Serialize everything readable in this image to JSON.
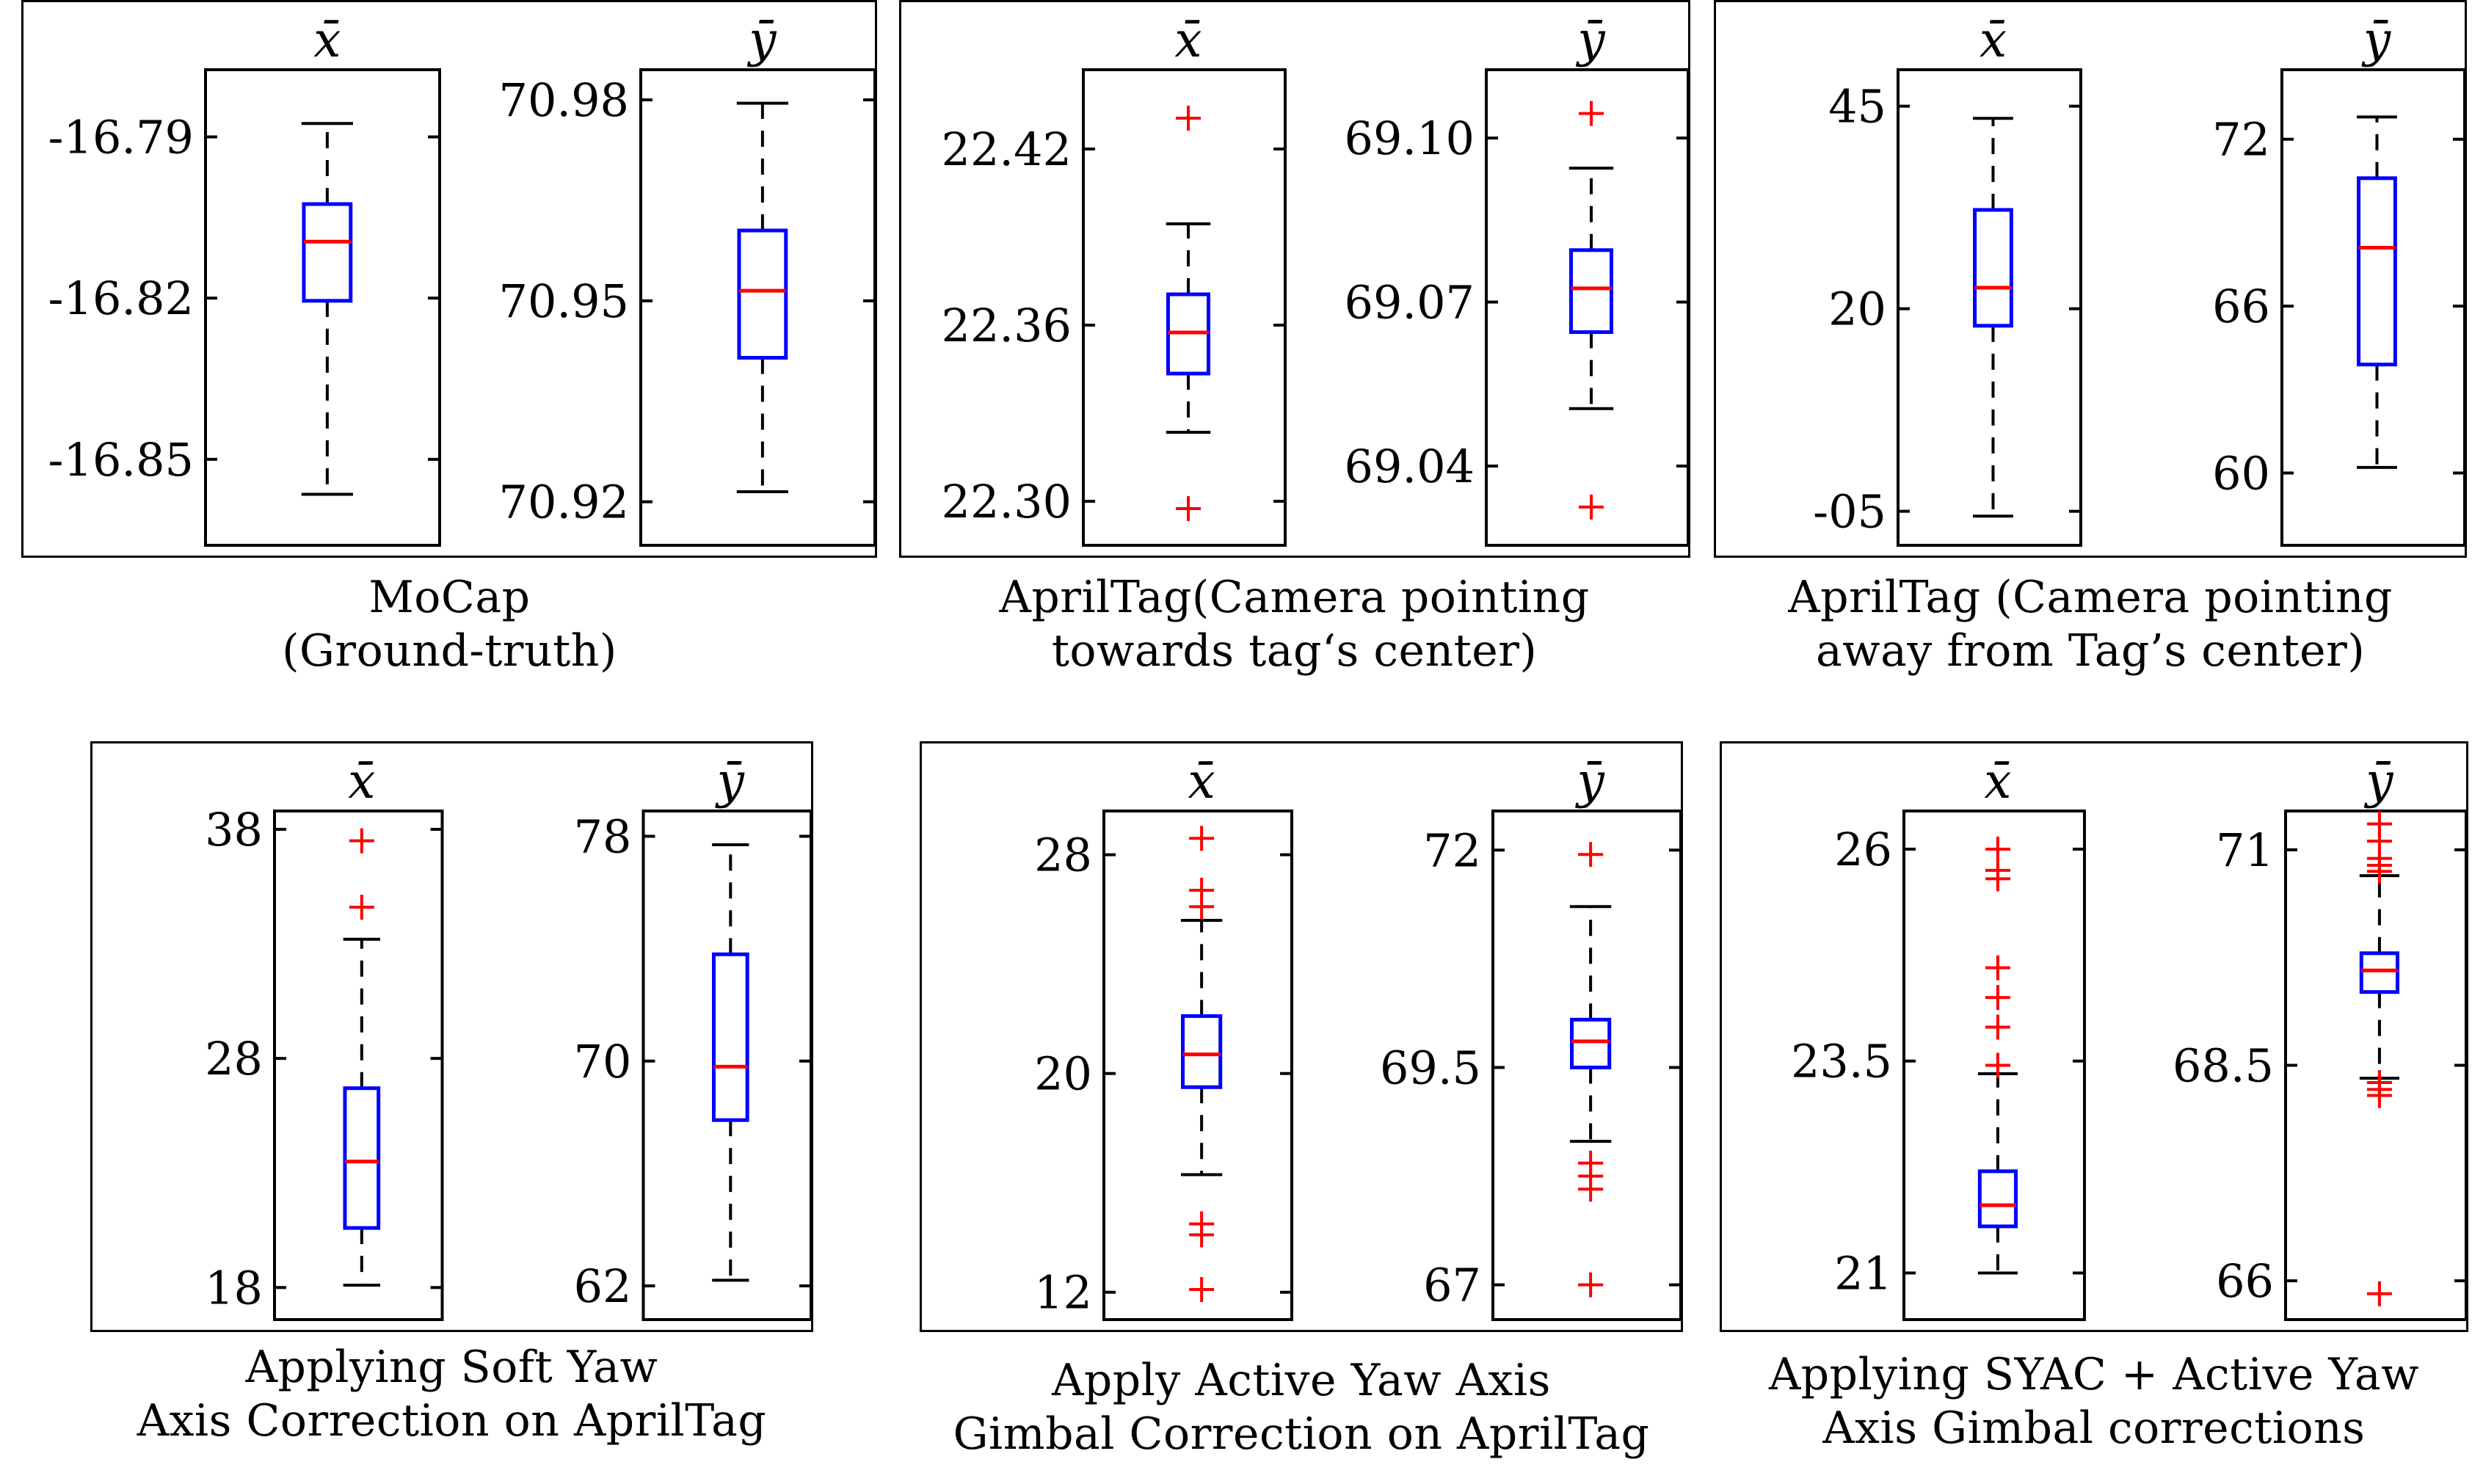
{
  "figure": {
    "title": "",
    "colors": {
      "box": "#0000ff",
      "median": "#ff0000",
      "outlier": "#ff0000",
      "whisker": "#000000",
      "axis": "#000000",
      "background": "#ffffff"
    },
    "subplot_titles": {
      "x": "x̄",
      "y": "ȳ"
    }
  },
  "chart_data": [
    {
      "type": "box",
      "id": "mocap",
      "caption": "MoCap\n(Ground-truth)",
      "subplots": [
        {
          "name": "x",
          "title": "x̄",
          "ylabel": "",
          "ylim": [
            -16.866,
            -16.7775
          ],
          "ticks": [
            -16.79,
            -16.82,
            -16.85
          ],
          "tick_labels": [
            "-16.79",
            "-16.82",
            "-16.85"
          ],
          "box": {
            "q1": -16.8205,
            "median": -16.8095,
            "q3": -16.8025,
            "whisker_low": -16.8565,
            "whisker_high": -16.7875,
            "outliers": []
          }
        },
        {
          "name": "y",
          "title": "ȳ",
          "ylabel": "",
          "ylim": [
            70.9135,
            70.9845
          ],
          "ticks": [
            70.98,
            70.95,
            70.92
          ],
          "tick_labels": [
            "70.98",
            "70.95",
            "70.92"
          ],
          "box": {
            "q1": 70.9415,
            "median": 70.9515,
            "q3": 70.9605,
            "whisker_low": 70.9215,
            "whisker_high": 70.9795,
            "outliers": []
          }
        }
      ]
    },
    {
      "type": "box",
      "id": "apriltag-toward",
      "caption": "AprilTag(Camera pointing\ntowards tag‘s center)",
      "subplots": [
        {
          "name": "x",
          "title": "x̄",
          "ylabel": "",
          "ylim": [
            22.285,
            22.447
          ],
          "ticks": [
            22.42,
            22.36,
            22.3
          ],
          "tick_labels": [
            "22.42",
            "22.36",
            "22.30"
          ],
          "box": {
            "q1": 22.3435,
            "median": 22.3575,
            "q3": 22.3705,
            "whisker_low": 22.3235,
            "whisker_high": 22.3945,
            "outliers": [
              22.4305,
              22.2975
            ]
          }
        },
        {
          "name": "y",
          "title": "ȳ",
          "ylabel": "",
          "ylim": [
            69.0255,
            69.1125
          ],
          "ticks": [
            69.1,
            69.07,
            69.04
          ],
          "tick_labels": [
            "69.10",
            "69.07",
            "69.04"
          ],
          "box": {
            "q1": 69.0645,
            "median": 69.0725,
            "q3": 69.0795,
            "whisker_low": 69.0505,
            "whisker_high": 69.0945,
            "outliers": [
              69.1045,
              69.0325
            ]
          }
        }
      ]
    },
    {
      "type": "box",
      "id": "apriltag-away",
      "caption": "AprilTag (Camera pointing\naway from Tag’s center)",
      "subplots": [
        {
          "name": "x",
          "title": "x̄",
          "ylabel": "",
          "ylim": [
            -9.2,
            49.5
          ],
          "ticks": [
            45,
            20,
            -5
          ],
          "tick_labels": [
            "45",
            "20",
            "-05"
          ],
          "box": {
            "q1": 17.9,
            "median": 22.6,
            "q3": 32.2,
            "whisker_low": -5.6,
            "whisker_high": 43.5,
            "outliers": []
          }
        },
        {
          "name": "y",
          "title": "ȳ",
          "ylabel": "",
          "ylim": [
            57.4,
            74.5
          ],
          "ticks": [
            72,
            66,
            60
          ],
          "tick_labels": [
            "72",
            "66",
            "60"
          ],
          "box": {
            "q1": 63.9,
            "median": 68.1,
            "q3": 70.6,
            "whisker_low": 60.2,
            "whisker_high": 72.8,
            "outliers": []
          }
        }
      ]
    },
    {
      "type": "box",
      "id": "soft-yaw",
      "caption": "Applying Soft Yaw\nAxis Correction on AprilTag",
      "subplots": [
        {
          "name": "x",
          "title": "x̄",
          "ylabel": "",
          "ylim": [
            16.6,
            38.8
          ],
          "ticks": [
            38,
            28,
            18
          ],
          "tick_labels": [
            "38",
            "28",
            "18"
          ],
          "box": {
            "q1": 20.6,
            "median": 23.5,
            "q3": 26.7,
            "whisker_low": 18.1,
            "whisker_high": 33.2,
            "outliers": [
              37.5,
              34.6
            ]
          }
        },
        {
          "name": "y",
          "title": "ȳ",
          "ylabel": "",
          "ylim": [
            60.8,
            78.9
          ],
          "ticks": [
            78,
            70,
            62
          ],
          "tick_labels": [
            "78",
            "70",
            "62"
          ],
          "box": {
            "q1": 67.9,
            "median": 69.8,
            "q3": 73.8,
            "whisker_low": 62.2,
            "whisker_high": 77.7,
            "outliers": []
          }
        }
      ]
    },
    {
      "type": "box",
      "id": "active-yaw-gimbal",
      "caption": "Apply Active Yaw Axis\nGimbal Correction on AprilTag",
      "subplots": [
        {
          "name": "x",
          "title": "x̄",
          "ylabel": "",
          "ylim": [
            11.0,
            29.6
          ],
          "ticks": [
            28,
            20,
            12
          ],
          "tick_labels": [
            "28",
            "20",
            "12"
          ],
          "box": {
            "q1": 19.5,
            "median": 20.7,
            "q3": 22.1,
            "whisker_low": 16.3,
            "whisker_high": 25.6,
            "outliers": [
              28.6,
              26.7,
              26.1,
              14.5,
              14.1,
              12.1
            ]
          }
        },
        {
          "name": "y",
          "title": "ȳ",
          "ylabel": "",
          "ylim": [
            66.6,
            72.45
          ],
          "ticks": [
            72,
            69.5,
            67
          ],
          "tick_labels": [
            "72",
            "69.5",
            "67"
          ],
          "box": {
            "q1": 69.5,
            "median": 69.8,
            "q3": 70.05,
            "whisker_low": 68.65,
            "whisker_high": 71.35,
            "outliers": [
              71.95,
              68.4,
              68.25,
              68.1,
              67.0
            ]
          }
        }
      ]
    },
    {
      "type": "box",
      "id": "syac-plus-active",
      "caption": "Applying SYAC + Active Yaw\nAxis Gimbal corrections",
      "subplots": [
        {
          "name": "x",
          "title": "x̄",
          "ylabel": "",
          "ylim": [
            20.45,
            26.45
          ],
          "ticks": [
            26,
            23.5,
            21
          ],
          "tick_labels": [
            "26",
            "23.5",
            "21"
          ],
          "box": {
            "q1": 21.55,
            "median": 21.8,
            "q3": 22.2,
            "whisker_low": 21.0,
            "whisker_high": 23.35,
            "outliers": [
              26.0,
              25.75,
              25.65,
              24.6,
              24.25,
              23.9,
              23.45
            ]
          }
        },
        {
          "name": "y",
          "title": "ȳ",
          "ylabel": "",
          "ylim": [
            65.55,
            71.45
          ],
          "ticks": [
            71,
            68.5,
            66
          ],
          "tick_labels": [
            "71",
            "68.5",
            "66"
          ],
          "box": {
            "q1": 69.35,
            "median": 69.6,
            "q3": 69.8,
            "whisker_low": 68.35,
            "whisker_high": 70.7,
            "outliers": [
              71.3,
              71.1,
              70.9,
              70.82,
              70.75,
              68.3,
              68.22,
              68.15,
              65.85
            ]
          }
        }
      ]
    }
  ]
}
